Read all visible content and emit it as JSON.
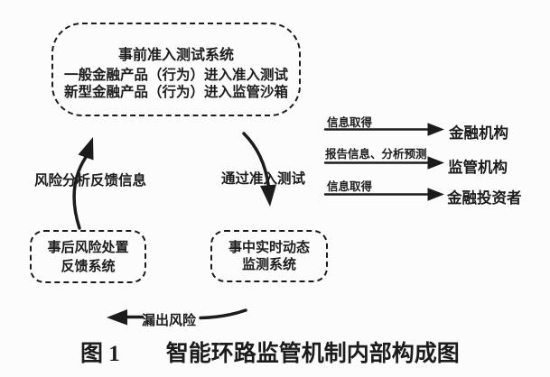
{
  "colors": {
    "ink": "#1c1c1c",
    "background": "#fcfcfc"
  },
  "diagram": {
    "pre_test_box": {
      "title": "事前准入测试系统",
      "lines": [
        "一般金融产品（行为）进入准入测试",
        "新型金融产品（行为）进入监管沙箱"
      ]
    },
    "post_risk_box": {
      "lines": [
        "事后风险处置",
        "反馈系统"
      ]
    },
    "monitor_box": {
      "lines": [
        "事中实时动态",
        "监测系统"
      ]
    },
    "flow_labels": {
      "feedback_up": "风险分析反馈信息",
      "pass_test": "通过准入测试",
      "risk_leak": "漏出风险"
    },
    "outputs": [
      {
        "label": "信息取得",
        "target": "金融机构"
      },
      {
        "label": "报告信息、分析预测",
        "target": "监管机构"
      },
      {
        "label": "信息取得",
        "target": "金融投资者"
      }
    ]
  },
  "caption": {
    "figure_no": "图 1",
    "text": "智能环路监管机制内部构成图"
  }
}
